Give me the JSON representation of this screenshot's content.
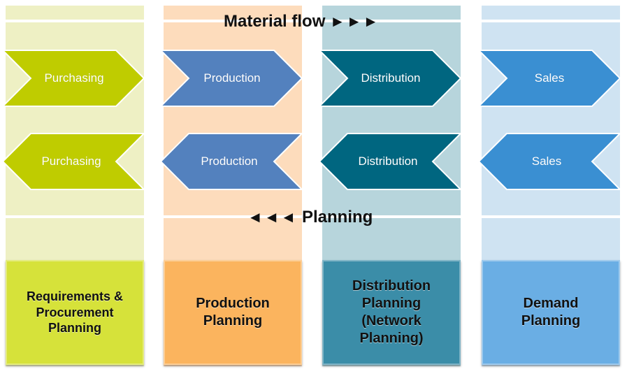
{
  "header": {
    "material_flow_label": "Material flow",
    "material_flow_arrows": "►►►",
    "planning_arrows": "◄◄◄",
    "planning_label": "Planning"
  },
  "columns": [
    {
      "key": "purchasing",
      "flow_label": "Purchasing",
      "planning_label": "Purchasing",
      "box_label": "Requirements &\nProcurement\nPlanning",
      "colors": {
        "bg": "#eef0c4",
        "chevron": "#bfcc00",
        "box": "#d6e23a"
      }
    },
    {
      "key": "production",
      "flow_label": "Production",
      "planning_label": "Production",
      "box_label": "Production\nPlanning",
      "colors": {
        "bg": "#fddcbc",
        "chevron": "#5381be",
        "box": "#fbb45e"
      }
    },
    {
      "key": "distribution",
      "flow_label": "Distribution",
      "planning_label": "Distribution",
      "box_label": "Distribution\nPlanning\n(Network\nPlanning)",
      "colors": {
        "bg": "#b7d5dc",
        "chevron": "#006680",
        "box": "#3b8da8"
      }
    },
    {
      "key": "sales",
      "flow_label": "Sales",
      "planning_label": "Sales",
      "box_label": "Demand\nPlanning",
      "colors": {
        "bg": "#cfe3f2",
        "chevron": "#3a8fd2",
        "box": "#6aaee4"
      }
    }
  ]
}
